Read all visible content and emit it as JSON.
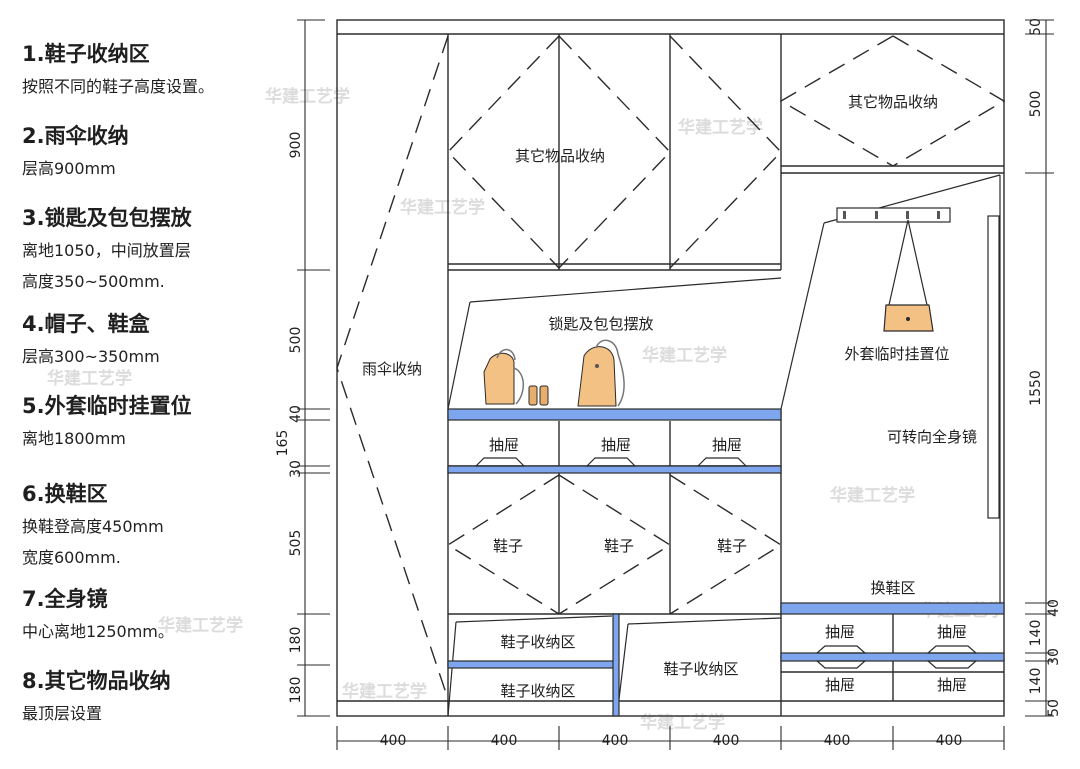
{
  "legend": [
    {
      "title": "1.鞋子收纳区",
      "lines": [
        "按照不同的鞋子高度设置。"
      ]
    },
    {
      "title": "2.雨伞收纳",
      "lines": [
        "层高900mm"
      ]
    },
    {
      "title": "3.锁匙及包包摆放",
      "lines": [
        "离地1050，中间放置层",
        "高度350~500mm."
      ]
    },
    {
      "title": "4.帽子、鞋盒",
      "lines": [
        "层高300~350mm"
      ]
    },
    {
      "title": "5.外套临时挂置位",
      "lines": [
        "离地1800mm"
      ]
    },
    {
      "title": "6.换鞋区",
      "lines": [
        "换鞋登高度450mm",
        "宽度600mm."
      ]
    },
    {
      "title": "7.全身镜",
      "lines": [
        "中心离地1250mm。"
      ]
    },
    {
      "title": "8.其它物品收纳",
      "lines": [
        "最顶层设置"
      ]
    }
  ],
  "labels": {
    "other_storage_left": "其它物品收纳",
    "other_storage_right": "其它物品收纳",
    "umbrella": "雨伞收纳",
    "keys_bags": "锁匙及包包摆放",
    "drawer": "抽屉",
    "shoes": "鞋子",
    "shoe_storage": "鞋子收纳区",
    "coat_hanging": "外套临时挂置位",
    "mirror": "可转向全身镜",
    "shoe_change": "换鞋区"
  },
  "dims_left": [
    "900",
    "500",
    "40",
    "165",
    "30",
    "505",
    "180",
    "180"
  ],
  "dims_right": [
    "50",
    "500",
    "1550",
    "40",
    "140",
    "30",
    "140",
    "50"
  ],
  "dims_bottom": [
    "400",
    "400",
    "400",
    "400",
    "400",
    "400"
  ],
  "watermark": "华建工艺学",
  "colors": {
    "line": "#2b2b2b",
    "shelf_blue": "#7da6ef",
    "bag_fill": "#f4c184",
    "highlight": "#f9dcb6",
    "watermark": "#d9d9d9"
  }
}
